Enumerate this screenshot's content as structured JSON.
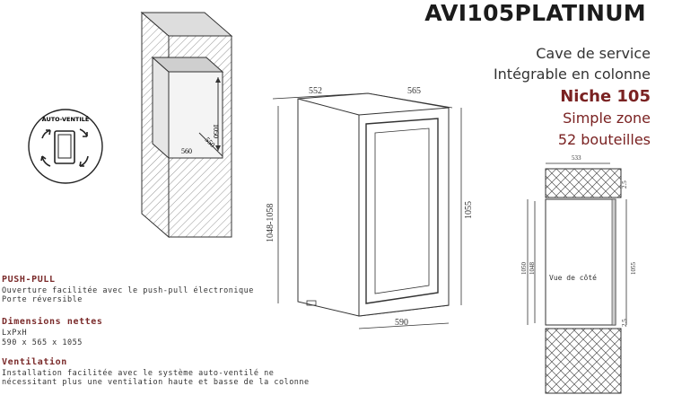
{
  "header": {
    "model": "AVI105PLATINUM",
    "line1": "Cave de service",
    "line2": "Intégrable en colonne",
    "line3": "Niche 105",
    "line4": "Simple zone",
    "line5": "52 bouteilles"
  },
  "badge": {
    "label": "AUTO-VENTILÉ"
  },
  "iso_dims": {
    "height": "1050",
    "width": "560",
    "depth": "550"
  },
  "front_dims": {
    "top_left": "552",
    "top_right": "565",
    "left_height": "1048-1058",
    "right_height": "1055",
    "bottom_width": "590"
  },
  "side_dims": {
    "top_width": "533",
    "top_gap": "2.5",
    "left_outer": "1050",
    "left_inner": "1048",
    "right_height": "1055",
    "bottom_gap": "2.5",
    "caption": "Vue de côté"
  },
  "sections": [
    {
      "title": "PUSH-PULL",
      "lines": [
        "Ouverture facilitée avec le push-pull électronique",
        "Porte réversible"
      ]
    },
    {
      "title": "Dimensions nettes",
      "lines": [
        "LxPxH",
        "590 x 565 x 1055"
      ]
    },
    {
      "title": "Ventilation",
      "lines": [
        "Installation facilitée avec le système auto-ventilé ne",
        "nécessitant plus une ventilation haute et basse de la colonne"
      ]
    }
  ],
  "colors": {
    "accent": "#7a2222",
    "outline": "#333333",
    "hatch": "#555555"
  }
}
